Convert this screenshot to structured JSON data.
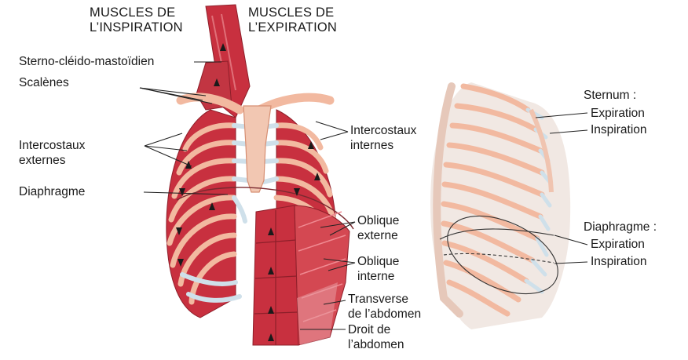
{
  "headers": {
    "inspiration_line1": "MUSCLES DE",
    "inspiration_line2": "L’INSPIRATION",
    "expiration_line1": "MUSCLES DE",
    "expiration_line2": "L’EXPIRATION"
  },
  "left_labels": {
    "sterno": "Sterno-cléido-mastoïdien",
    "scalenes": "Scalènes",
    "intercostaux_externes_1": "Intercostaux",
    "intercostaux_externes_2": "externes",
    "diaphragme": "Diaphragme"
  },
  "right_labels": {
    "intercostaux_internes_1": "Intercostaux",
    "intercostaux_internes_2": "internes",
    "oblique_externe_1": "Oblique",
    "oblique_externe_2": "externe",
    "oblique_interne_1": "Oblique",
    "oblique_interne_2": "interne",
    "transverse_1": "Transverse",
    "transverse_2": "de l’abdomen",
    "droit_1": "Droit de",
    "droit_2": "l’abdomen"
  },
  "side_view": {
    "sternum_title": "Sternum :",
    "sternum_expiration": "Expiration",
    "sternum_inspiration": "Inspiration",
    "diaphragme_title": "Diaphragme :",
    "diaphragme_expiration": "Expiration",
    "diaphragme_inspiration": "Inspiration"
  },
  "colors": {
    "muscle": "#c8303f",
    "muscle_light": "#e06f78",
    "bone": "#f2b9a0",
    "bone_dark": "#d68f73",
    "cartilage": "#cfe0ea",
    "cartilage_dark": "#9fb9c8",
    "ghost": "#e6dad4",
    "leader": "#222222"
  }
}
